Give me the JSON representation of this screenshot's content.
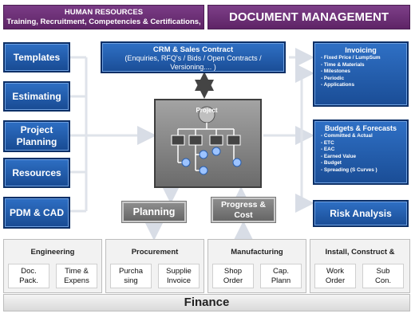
{
  "hr_banner": {
    "title": "HUMAN RESOURCES",
    "subtitle": "Training, Recruitment, Competencies & Certifications, ..."
  },
  "doc_banner": {
    "title": "DOCUMENT MANAGEMENT"
  },
  "left_nav": [
    {
      "label": "Templates"
    },
    {
      "label": "Estimating"
    },
    {
      "label": "Project Planning"
    },
    {
      "label": "Resources"
    },
    {
      "label": "PDM & CAD"
    }
  ],
  "crm": {
    "title": "CRM & Sales Contract",
    "line1": "(Enquiries, RFQ's / Bids / Open Contracts /",
    "line2": "Versioning.... )"
  },
  "invoicing": {
    "title": "Invoicing",
    "items": [
      "- Fixed Price / LumpSum",
      "- Time & Materials",
      "- Milestones",
      "- Periodic",
      "- Applications"
    ]
  },
  "budgets": {
    "title": "Budgets & Forecasts",
    "items": [
      "- Committed & Actual",
      "- ETC",
      "- EAC",
      "- Earned Value",
      "- Budget",
      "- Spreading (S Curves )"
    ]
  },
  "risk": {
    "title": "Risk Analysis"
  },
  "project": {
    "label": "Project"
  },
  "planning": {
    "label": "Planning"
  },
  "progress": {
    "line1": "Progress &",
    "line2": "Cost"
  },
  "groups": [
    {
      "title": "Engineering",
      "subs": [
        {
          "l1": "Doc.",
          "l2": "Pack."
        },
        {
          "l1": "Time &",
          "l2": "Expens"
        }
      ]
    },
    {
      "title": "Procurement",
      "subs": [
        {
          "l1": "Purcha",
          "l2": "sing"
        },
        {
          "l1": "Supplie",
          "l2": "Invoice"
        }
      ]
    },
    {
      "title": "Manufacturing",
      "subs": [
        {
          "l1": "Shop",
          "l2": "Order"
        },
        {
          "l1": "Cap.",
          "l2": "Plann"
        }
      ]
    },
    {
      "title": "Install, Construct &",
      "subs": [
        {
          "l1": "Work",
          "l2": "Order"
        },
        {
          "l1": "Sub",
          "l2": "Con."
        }
      ]
    }
  ],
  "finance": {
    "label": "Finance"
  },
  "colors": {
    "purple": "#5e2466",
    "blue": "#1a4d96",
    "gray": "#6b6b6b"
  }
}
